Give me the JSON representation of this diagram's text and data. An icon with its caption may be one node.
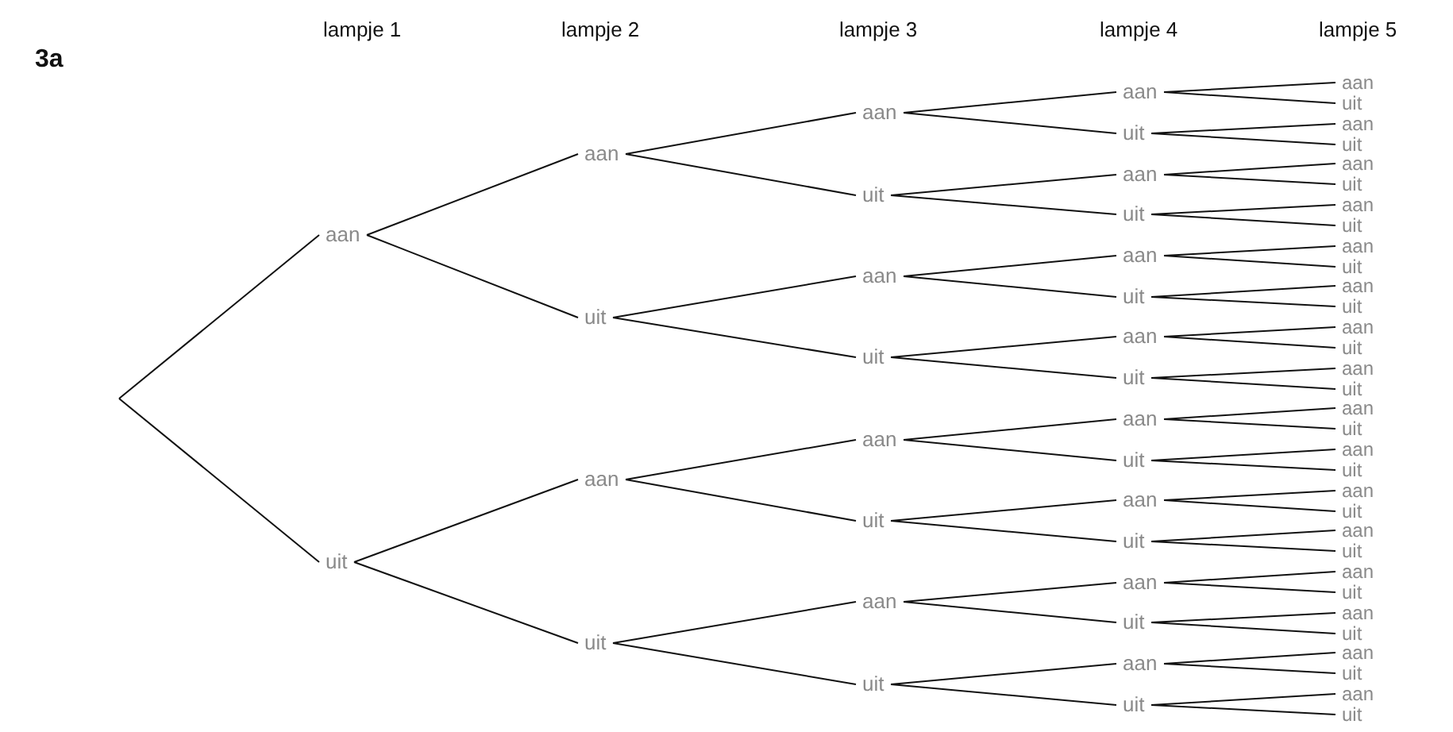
{
  "diagram": {
    "nodes": [
      {
        "text": [
          "aan"
        ]
      },
      {
        "text": [
          "uit"
        ]
      },
      {
        "text": [
          "aan"
        ]
      },
      {
        "text": [
          "uit"
        ]
      },
      {
        "text": [
          "aan"
        ]
      },
      {
        "text": [
          "uit"
        ]
      },
      {
        "text": [
          "aan"
        ]
      },
      {
        "text": [
          "uit"
        ]
      },
      {
        "text": [
          "aan"
        ]
      },
      {
        "text": [
          "uit"
        ]
      },
      {
        "text": [
          "aan"
        ]
      },
      {
        "text": [
          "uit"
        ]
      },
      {
        "text": [
          "aan"
        ]
      },
      {
        "text": [
          "uit"
        ]
      },
      {
        "text": [
          "aan"
        ]
      },
      {
        "text": [
          "uit"
        ]
      },
      {
        "text": [
          "aan"
        ]
      },
      {
        "text": [
          "uit"
        ]
      },
      {
        "text": [
          "aan"
        ]
      },
      {
        "text": [
          "uit"
        ]
      },
      {
        "text": [
          "aan"
        ]
      },
      {
        "text": [
          "uit"
        ]
      },
      {
        "text": [
          "aan"
        ]
      },
      {
        "text": [
          "uit"
        ]
      },
      {
        "text": [
          "aan"
        ]
      },
      {
        "text": [
          "uit"
        ]
      },
      {
        "text": [
          "aan"
        ]
      },
      {
        "text": [
          "uit"
        ]
      },
      {
        "text": [
          "aan"
        ]
      },
      {
        "text": [
          "uit"
        ]
      },
      {
        "text": [
          "aan"
        ]
      },
      {
        "text": [
          "uit"
        ]
      },
      {
        "text": [
          "aan"
        ]
      },
      {
        "text": [
          "uit"
        ]
      },
      {
        "text": [
          "aan"
        ]
      },
      {
        "text": [
          "uit"
        ]
      },
      {
        "text": [
          "aan"
        ]
      },
      {
        "text": [
          "uit"
        ]
      },
      {
        "text": [
          "aan"
        ]
      },
      {
        "text": [
          "uit"
        ]
      },
      {
        "text": [
          "aan"
        ]
      },
      {
        "text": [
          "uit"
        ]
      },
      {
        "text": [
          "aan"
        ]
      },
      {
        "text": [
          "uit"
        ]
      },
      {
        "text": [
          "aan"
        ]
      },
      {
        "text": [
          "uit"
        ]
      },
      {
        "text": [
          "aan"
        ]
      },
      {
        "text": [
          "uit"
        ]
      },
      {
        "text": [
          "aan"
        ]
      },
      {
        "text": [
          "uit"
        ]
      },
      {
        "text": [
          "aan"
        ]
      },
      {
        "text": [
          "uit"
        ]
      },
      {
        "text": [
          "aan"
        ]
      },
      {
        "text": [
          "uit"
        ]
      },
      {
        "text": [
          "aan"
        ]
      },
      {
        "text": [
          "uit"
        ]
      },
      {
        "text": [
          "aan"
        ]
      },
      {
        "text": [
          "uit"
        ]
      },
      {
        "text": [
          "aan"
        ]
      },
      {
        "text": [
          "uit"
        ]
      },
      {
        "text": [
          "aan"
        ]
      },
      {
        "text": [
          "uit"
        ]
      }
    ],
    "edges": [
      {
        "from": null,
        "to": 0,
        "arrow": "none"
      },
      {
        "from": null,
        "to": 1,
        "arrow": "none"
      },
      {
        "from": 0,
        "to": 2,
        "arrow": "none"
      },
      {
        "from": 0,
        "to": 3,
        "arrow": "none"
      },
      {
        "from": 1,
        "to": 4,
        "arrow": "none"
      },
      {
        "from": 1,
        "to": 5,
        "arrow": "none"
      },
      {
        "from": 2,
        "to": 6,
        "arrow": "none"
      },
      {
        "from": 2,
        "to": 7,
        "arrow": "none"
      },
      {
        "from": 3,
        "to": 8,
        "arrow": "none"
      },
      {
        "from": 3,
        "to": 9,
        "arrow": "none"
      },
      {
        "from": 4,
        "to": 10,
        "arrow": "none"
      },
      {
        "from": 4,
        "to": 11,
        "arrow": "none"
      },
      {
        "from": 5,
        "to": 12,
        "arrow": "none"
      },
      {
        "from": 5,
        "to": 13,
        "arrow": "none"
      },
      {
        "from": 6,
        "to": 14,
        "arrow": "none"
      },
      {
        "from": 6,
        "to": 15,
        "arrow": "none"
      },
      {
        "from": 7,
        "to": 16,
        "arrow": "none"
      },
      {
        "from": 7,
        "to": 17,
        "arrow": "none"
      },
      {
        "from": 8,
        "to": 18,
        "arrow": "none"
      },
      {
        "from": 8,
        "to": 19,
        "arrow": "none"
      },
      {
        "from": 9,
        "to": 20,
        "arrow": "none"
      },
      {
        "from": 9,
        "to": 21,
        "arrow": "none"
      },
      {
        "from": 10,
        "to": 22,
        "arrow": "none"
      },
      {
        "from": 10,
        "to": 23,
        "arrow": "none"
      },
      {
        "from": 11,
        "to": 24,
        "arrow": "none"
      },
      {
        "from": 11,
        "to": 25,
        "arrow": "none"
      },
      {
        "from": 12,
        "to": 26,
        "arrow": "none"
      },
      {
        "from": 12,
        "to": 27,
        "arrow": "none"
      },
      {
        "from": 13,
        "to": 28,
        "arrow": "none"
      },
      {
        "from": 13,
        "to": 29,
        "arrow": "none"
      },
      {
        "from": 14,
        "to": 30,
        "arrow": "none"
      },
      {
        "from": 14,
        "to": 31,
        "arrow": "none"
      },
      {
        "from": 15,
        "to": 32,
        "arrow": "none"
      },
      {
        "from": 15,
        "to": 33,
        "arrow": "none"
      },
      {
        "from": 16,
        "to": 34,
        "arrow": "none"
      },
      {
        "from": 16,
        "to": 35,
        "arrow": "none"
      },
      {
        "from": 17,
        "to": 36,
        "arrow": "none"
      },
      {
        "from": 17,
        "to": 37,
        "arrow": "none"
      },
      {
        "from": 18,
        "to": 38,
        "arrow": "none"
      },
      {
        "from": 18,
        "to": 39,
        "arrow": "none"
      },
      {
        "from": 19,
        "to": 40,
        "arrow": "none"
      },
      {
        "from": 19,
        "to": 41,
        "arrow": "none"
      },
      {
        "from": 20,
        "to": 42,
        "arrow": "none"
      },
      {
        "from": 20,
        "to": 43,
        "arrow": "none"
      },
      {
        "from": 21,
        "to": 44,
        "arrow": "none"
      },
      {
        "from": 21,
        "to": 45,
        "arrow": "none"
      },
      {
        "from": 22,
        "to": 46,
        "arrow": "none"
      },
      {
        "from": 22,
        "to": 47,
        "arrow": "none"
      },
      {
        "from": 23,
        "to": 48,
        "arrow": "none"
      },
      {
        "from": 23,
        "to": 49,
        "arrow": "none"
      },
      {
        "from": 24,
        "to": 50,
        "arrow": "none"
      },
      {
        "from": 24,
        "to": 51,
        "arrow": "none"
      },
      {
        "from": 25,
        "to": 52,
        "arrow": "none"
      },
      {
        "from": 25,
        "to": 53,
        "arrow": "none"
      },
      {
        "from": 26,
        "to": 54,
        "arrow": "none"
      },
      {
        "from": 26,
        "to": 55,
        "arrow": "none"
      },
      {
        "from": 27,
        "to": 56,
        "arrow": "none"
      },
      {
        "from": 27,
        "to": 57,
        "arrow": "none"
      },
      {
        "from": 28,
        "to": 58,
        "arrow": "none"
      },
      {
        "from": 28,
        "to": 59,
        "arrow": "none"
      },
      {
        "from": 29,
        "to": 60,
        "arrow": "none"
      },
      {
        "from": 29,
        "to": 61,
        "arrow": "none"
      }
    ],
    "labels": [
      "3a",
      "lampje 1",
      "lampje 2",
      "lampje 3",
      "lampje 4",
      "lampje 5"
    ]
  }
}
